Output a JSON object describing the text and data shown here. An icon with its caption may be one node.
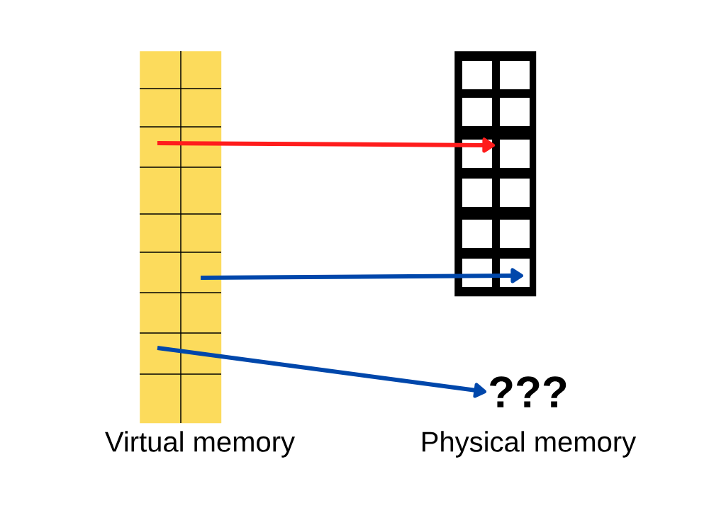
{
  "diagram": {
    "nodes": [
      {
        "text": [
          "Virtual memory"
        ]
      },
      {
        "text": [
          "Physical memory"
        ]
      },
      {
        "text": [
          "???"
        ]
      }
    ],
    "edges": [
      {
        "from": 0,
        "to": 1,
        "arrow": "to",
        "color": "#ff1c1c"
      },
      {
        "from": 0,
        "to": 1,
        "arrow": "to"
      },
      {
        "from": 0,
        "to": 2,
        "arrow": "to"
      }
    ]
  }
}
